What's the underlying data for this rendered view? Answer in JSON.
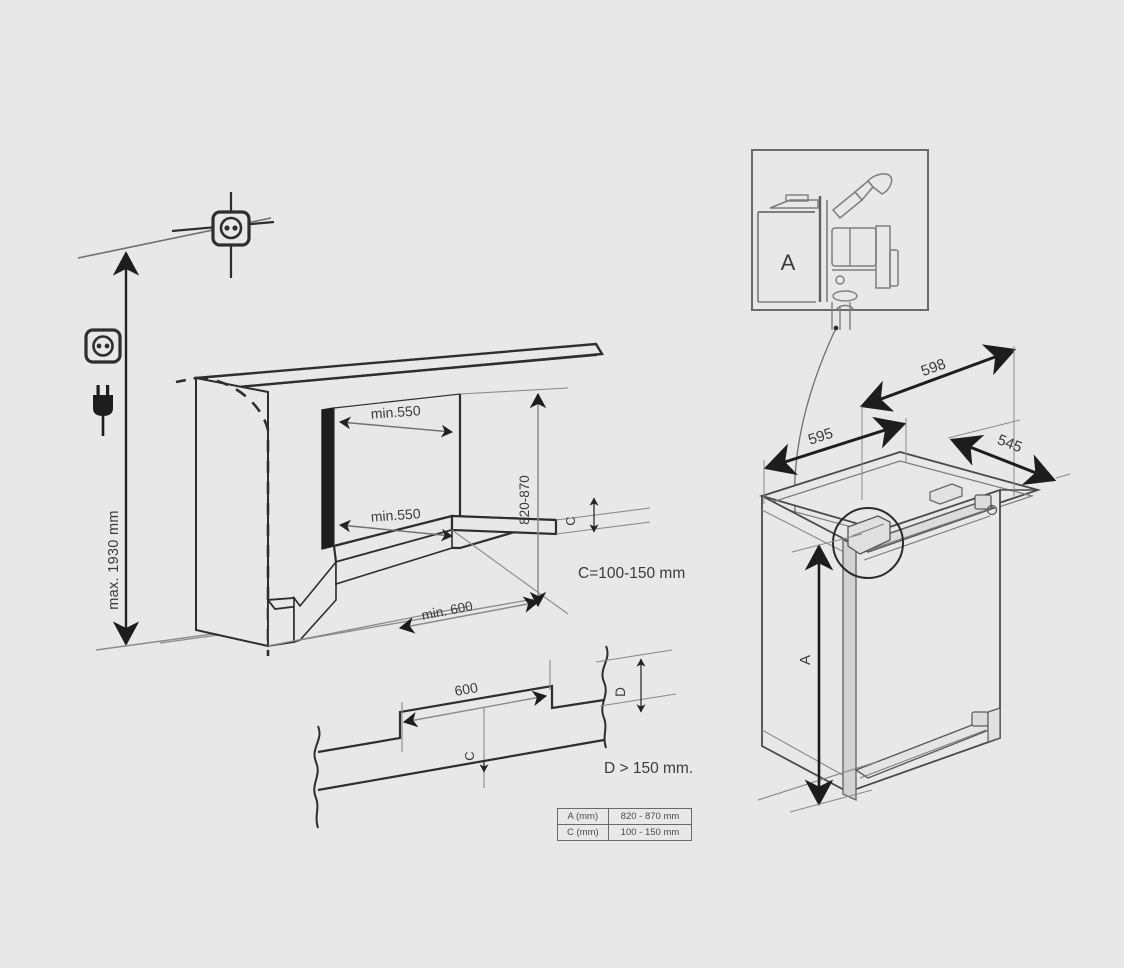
{
  "document": {
    "kind": "appliance-installation-dimension-drawing",
    "background_color": "#e8e8e8",
    "line_color": "#2e2e2e",
    "thin_line_color": "#6f6f6f",
    "text_color": "#3b3b3b"
  },
  "niche_diagram": {
    "title_hidden": true,
    "dimensions": {
      "height_max": "max. 1930 mm",
      "depth_top": "min.550",
      "depth_bottom": "min.550",
      "niche_height": "820-870",
      "width_min": "min. 600",
      "plinth_gap_letter": "C"
    },
    "notes": {
      "c_note": "C=100-150 mm"
    },
    "icons": {
      "wall_socket": "power-socket-icon",
      "socket_side": "power-socket-icon",
      "plug": "power-plug-icon"
    }
  },
  "plinth_diagram": {
    "dimensions": {
      "cutout_width": "600",
      "gap_letter": "C",
      "depth_letter": "D"
    },
    "notes": {
      "d_note": "D > 150 mm."
    }
  },
  "spec_table": {
    "rows": [
      {
        "label": "A (mm)",
        "value": "820 - 870 mm"
      },
      {
        "label": "C (mm)",
        "value": "100 - 150 mm"
      }
    ]
  },
  "appliance_diagram": {
    "dimensions": {
      "width_front": "598",
      "width_body": "595",
      "depth": "545",
      "height_letter": "A"
    },
    "detail_callout": {
      "label": "A",
      "contents": "hinge-bracket-screwdriver-detail"
    }
  }
}
